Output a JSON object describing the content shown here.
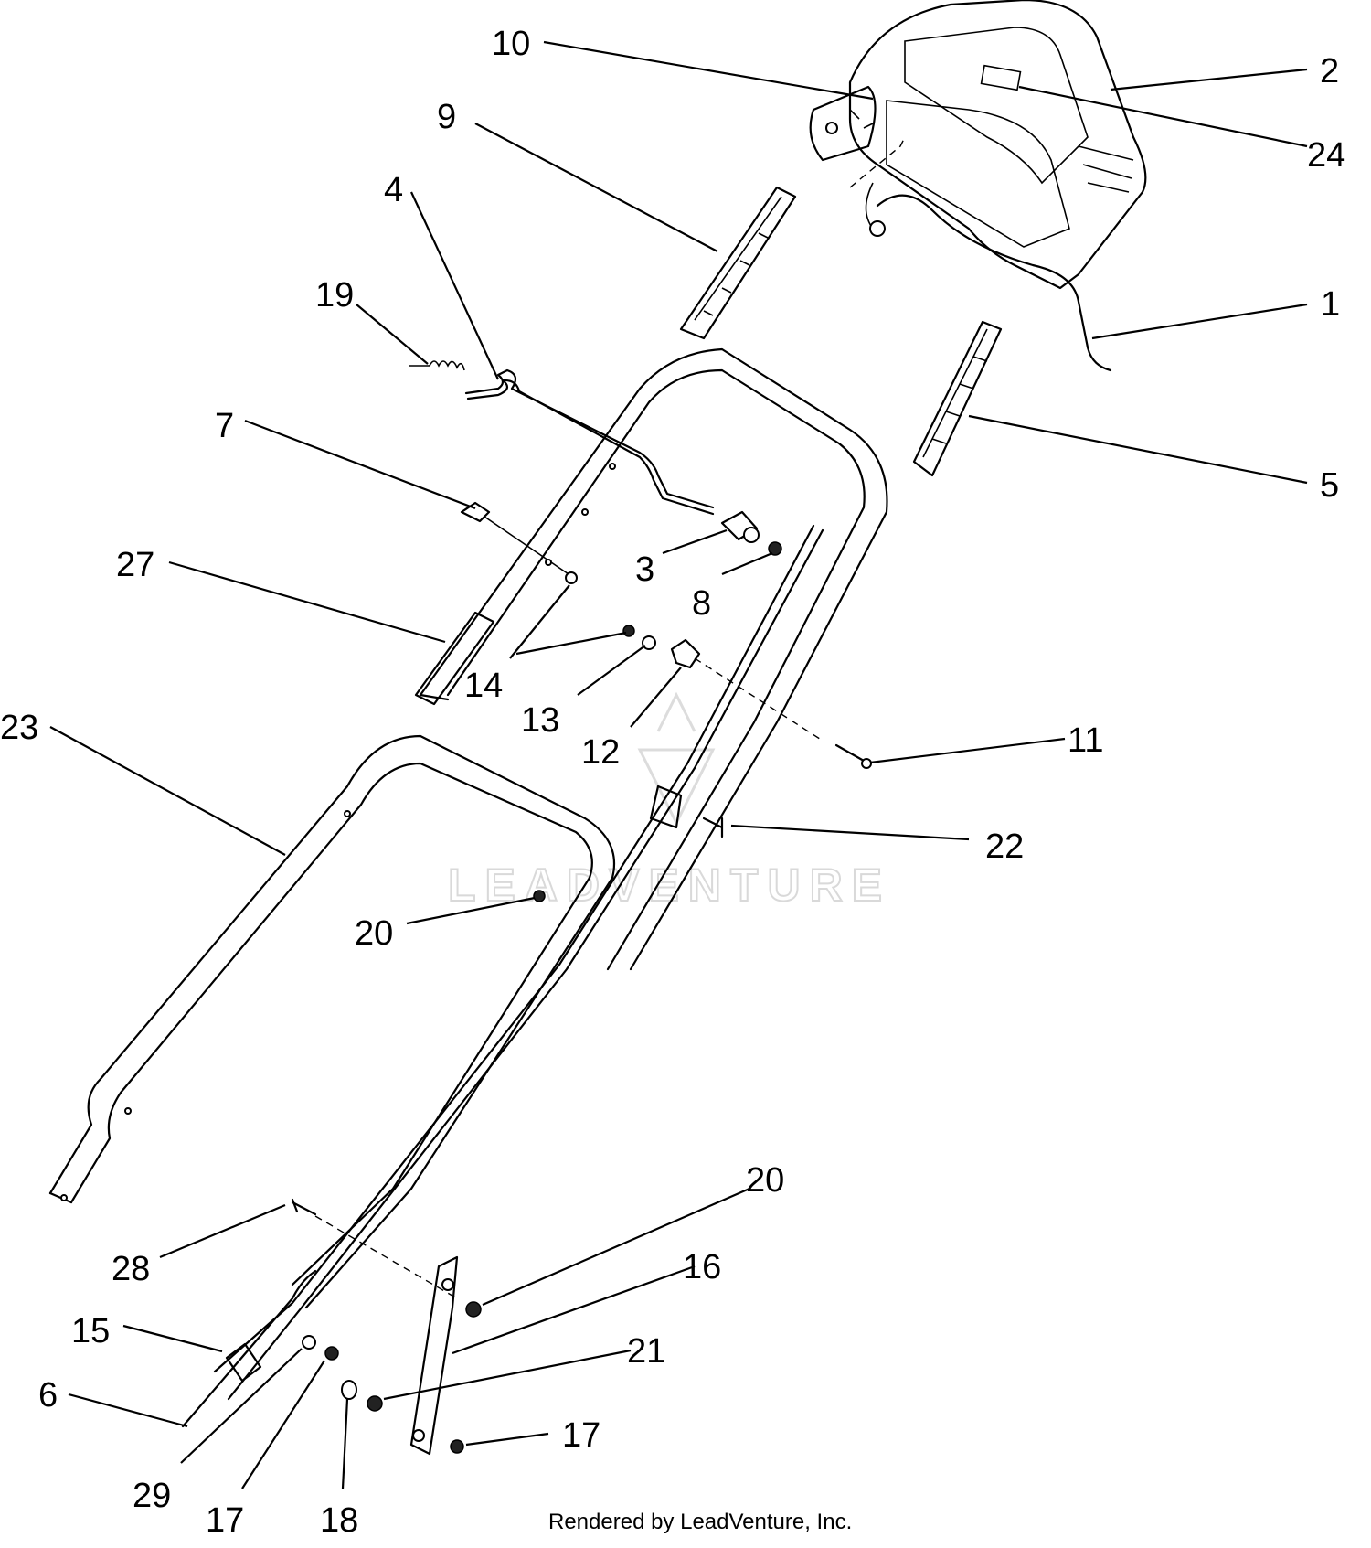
{
  "footer": "Rendered by LeadVenture, Inc.",
  "watermark": "LEADVENTURE",
  "callouts": [
    "1",
    "2",
    "3",
    "4",
    "5",
    "6",
    "7",
    "8",
    "9",
    "10",
    "11",
    "12",
    "13",
    "14",
    "15",
    "16",
    "17",
    "18",
    "19",
    "20",
    "21",
    "22",
    "23",
    "24",
    "27",
    "28",
    "29"
  ],
  "labels": {
    "c1": "1",
    "c2": "2",
    "c3": "3",
    "c4": "4",
    "c5": "5",
    "c6": "6",
    "c7": "7",
    "c8": "8",
    "c9": "9",
    "c10": "10",
    "c11": "11",
    "c12": "12",
    "c13": "13",
    "c14": "14",
    "c15": "15",
    "c16": "16",
    "c17a": "17",
    "c17b": "17",
    "c18": "18",
    "c19": "19",
    "c20a": "20",
    "c20b": "20",
    "c21": "21",
    "c22": "22",
    "c23": "23",
    "c24": "24",
    "c27": "27",
    "c28": "28",
    "c29": "29"
  }
}
